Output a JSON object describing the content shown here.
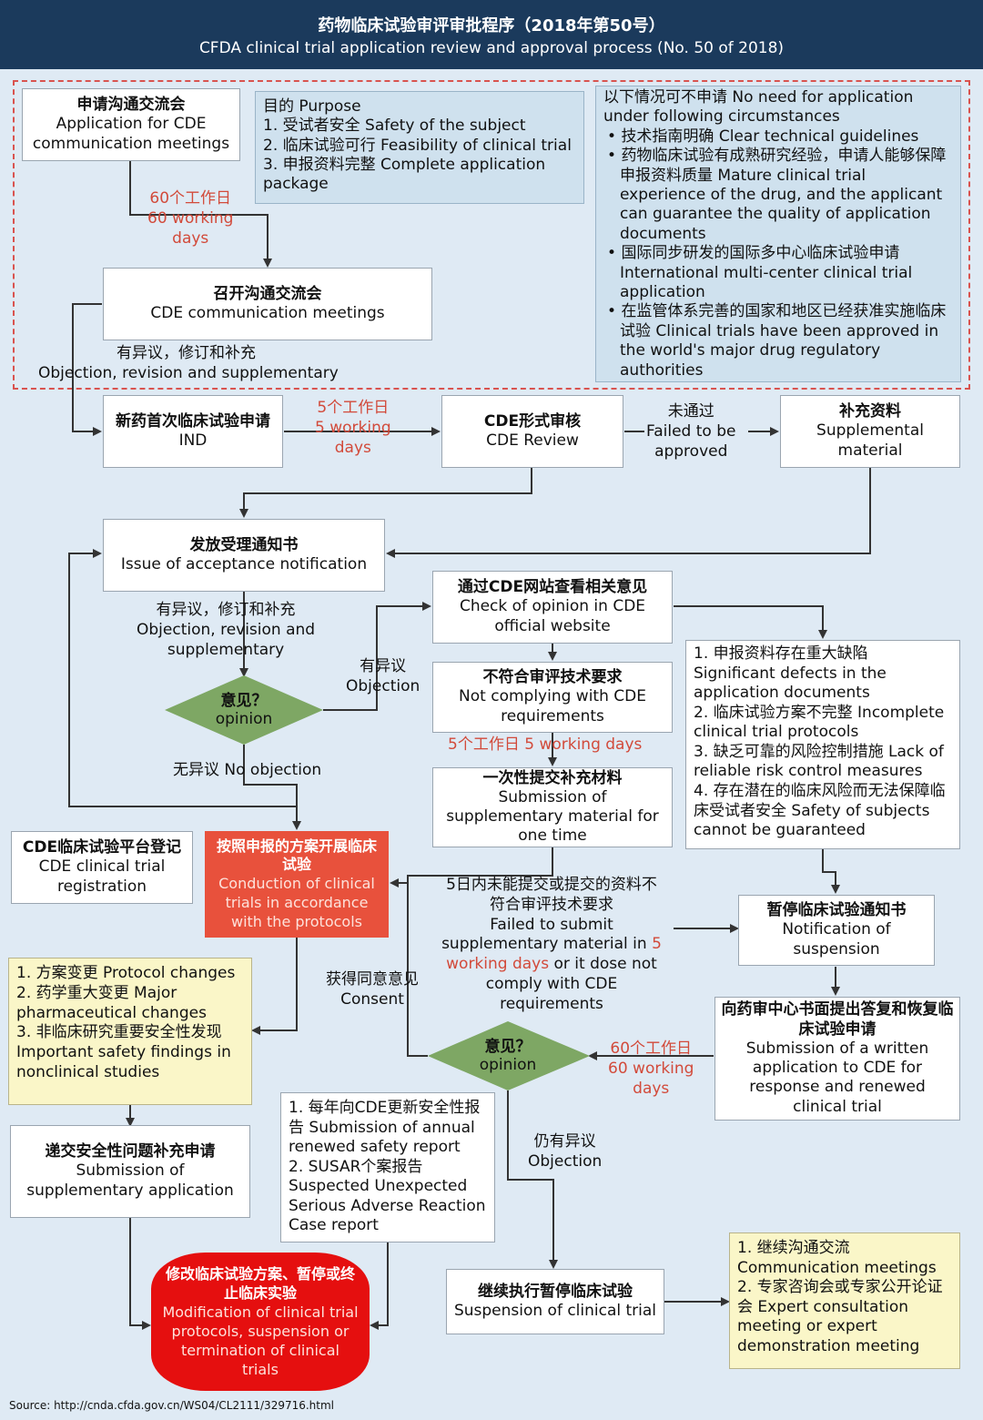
{
  "header": {
    "title_zh": "药物临床试验审评审批程序（2018年第50号）",
    "title_en": "CFDA clinical trial application review and approval process (No. 50 of 2018)"
  },
  "nodes": {
    "apply_comm": {
      "zh": "申请沟通交流会",
      "en": "Application for CDE communication meetings"
    },
    "purpose": {
      "title": "目的 Purpose",
      "items": [
        "1. 受试者安全 Safety of the subject",
        "2. 临床试验可行 Feasibility of clinical trial",
        "3. 申报资料完整 Complete application package"
      ]
    },
    "no_need": {
      "title": "以下情况可不申请 No need for application under following circumstances",
      "items": [
        "技术指南明确 Clear technical guidelines",
        "药物临床试验有成熟研究经验，申请人能够保障申报资料质量 Mature clinical trial experience of the drug, and the applicant can guarantee the quality of application documents",
        "国际同步研发的国际多中心临床试验申请 International multi-center clinical trial application",
        "在监管体系完善的国家和地区已经获准实施临床试验 Clinical trials have been approved in the world's  major drug regulatory authorities"
      ]
    },
    "hold_comm": {
      "zh": "召开沟通交流会",
      "en": "CDE communication meetings"
    },
    "ind": {
      "zh": "新药首次临床试验申请",
      "en": "IND"
    },
    "cde_review": {
      "zh": "CDE形式审核",
      "en": "CDE Review"
    },
    "supp_material": {
      "zh": "补充资料",
      "en": "Supplemental material"
    },
    "acceptance": {
      "zh": "发放受理通知书",
      "en": "Issue of acceptance notification"
    },
    "check_opinion": {
      "zh": "通过CDE网站查看相关意见",
      "en": "Check of opinion in CDE official website"
    },
    "not_comply": {
      "zh": "不符合审评技术要求",
      "en": "Not complying with  CDE requirements"
    },
    "submit_once": {
      "zh": "一次性提交补充材料",
      "en": "Submission of supplementary material for one time"
    },
    "defects": {
      "items": [
        "1. 申报资料存在重大缺陷 Significant defects in the application documents",
        "2. 临床试验方案不完整 Incomplete clinical trial protocols",
        "3. 缺乏可靠的风险控制措施 Lack of reliable risk control measures",
        "4. 存在潜在的临床风险而无法保障临床受试者安全 Safety of subjects cannot be guaranteed"
      ]
    },
    "registration": {
      "zh": "CDE临床试验平台登记",
      "en": "CDE clinical trial registration"
    },
    "conduct": {
      "zh": "按照申报的方案开展临床试验",
      "en": "Conduction of clinical trials in accordance with the protocols"
    },
    "suspension_notice": {
      "zh": "暂停临床试验通知书",
      "en": "Notification of suspension"
    },
    "changes": {
      "items": [
        "1. 方案变更 Protocol changes",
        "2. 药学重大变更 Major pharmaceutical changes",
        "3. 非临床研究重要安全性发现 Important safety findings in nonclinical studies"
      ]
    },
    "response": {
      "zh": "向药审中心书面提出答复和恢复临床试验申请",
      "en": "Submission of a written application to CDE for response and  renewed clinical trial"
    },
    "supp_app": {
      "zh": "递交安全性问题补充申请",
      "en": "Submission of supplementary application"
    },
    "annual": {
      "items": [
        "1. 每年向CDE更新安全性报告 Submission of annual renewed safety report",
        "2. SUSAR个案报告 Suspected Unexpected Serious Adverse Reaction Case report"
      ]
    },
    "continue_susp": {
      "zh": "继续执行暂停临床试验",
      "en": "Suspension of clinical trial"
    },
    "continue_comm": {
      "items": [
        "1. 继续沟通交流 Communication meetings",
        "2. 专家咨询会或专家公开论证会 Expert consultation meeting or expert demonstration meeting"
      ]
    },
    "modify": {
      "zh": "修改临床试验方案、暂停或终止临床实验",
      "en": "Modification of clinical trial protocols, suspension or termination of clinical trials"
    }
  },
  "decisions": {
    "opinion1": {
      "zh": "意见？",
      "en": "opinion"
    },
    "opinion2": {
      "zh": "意见？",
      "en": "opinion"
    }
  },
  "labels": {
    "days60_a_zh": "60个工作日",
    "days60_a_en": "60 working",
    "days60_a_en2": "days",
    "objection_rev_zh": "有异议，修订和补充",
    "objection_rev_en": "Objection, revision and supplementary",
    "days5_a_zh": "5个工作日",
    "days5_a_en": "5 working",
    "days5_a_en2": "days",
    "failed_zh": "未通过",
    "failed_en": "Failed to be",
    "failed_en2": "approved",
    "objection_rev2_zh": "有异议，修订和补充",
    "objection_rev2_en": "Objection, revision and",
    "objection_rev2_en2": "supplementary",
    "objection_zh": "有异议",
    "objection_en": "Objection",
    "days5_b": "5个工作日 5 working days",
    "no_objection": "无异议 No objection",
    "failed5_l1": "5日内未能提交或提交的资料不",
    "failed5_l2": "符合审评技术要求",
    "failed5_l3": "Failed to submit",
    "failed5_l4a": "supplementary material in ",
    "failed5_l4b": "5",
    "failed5_l5a": "working days",
    "failed5_l5b": " or it dose not",
    "failed5_l6": "comply with CDE",
    "failed5_l7": "requirements",
    "consent_zh": "获得同意意见",
    "consent_en": "Consent",
    "days60_b_zh": "60个工作日",
    "days60_b_en": "60 working",
    "days60_b_en2": "days",
    "still_obj_zh": "仍有异议",
    "still_obj_en": "Objection"
  },
  "source": "Source: http://cnda.cfda.gov.cn/WS04/CL2111/329716.html",
  "colors": {
    "header": "#1b3a5c",
    "background": "#dfeaf4",
    "red_box": "#e8513c",
    "diamond": "#7ea764",
    "yellow_box": "#faf6c8",
    "blue_box": "#cfe1ee",
    "red_text": "#d24a3a"
  }
}
